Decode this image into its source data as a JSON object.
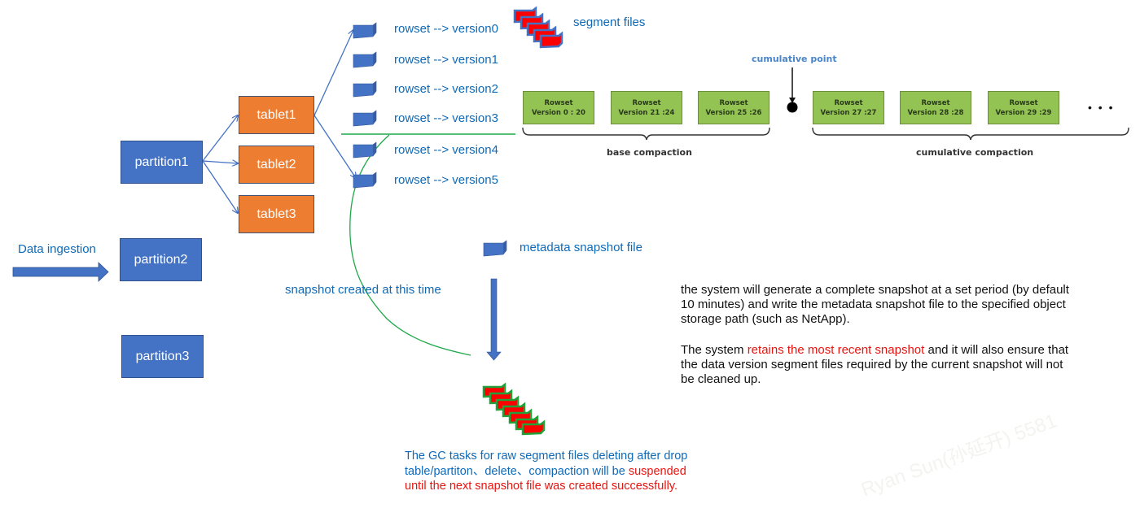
{
  "partitions": [
    {
      "label": "partition1"
    },
    {
      "label": "partition2"
    },
    {
      "label": "partition3"
    }
  ],
  "tablets": [
    {
      "label": "tablet1"
    },
    {
      "label": "tablet2"
    },
    {
      "label": "tablet3"
    }
  ],
  "ingestion": {
    "label": "Data ingestion"
  },
  "rowsets": [
    {
      "label": "rowset --> version0"
    },
    {
      "label": "rowset --> version1"
    },
    {
      "label": "rowset --> version2"
    },
    {
      "label": "rowset --> version3"
    },
    {
      "label": "rowset --> version4"
    },
    {
      "label": "rowset --> version5"
    }
  ],
  "segment_files": {
    "label": "segment files"
  },
  "compaction": {
    "cumulative_point_label": "cumulative point",
    "base_label": "base compaction",
    "cumulative_label": "cumulative compaction",
    "ellipsis": "• • •",
    "base_rowsets": [
      {
        "title": "Rowset",
        "version": "Version 0 : 20"
      },
      {
        "title": "Rowset",
        "version": "Version 21 :24"
      },
      {
        "title": "Rowset",
        "version": "Version 25 :26"
      }
    ],
    "cumulative_rowsets": [
      {
        "title": "Rowset",
        "version": "Version 27 :27"
      },
      {
        "title": "Rowset",
        "version": "Version 28 :28"
      },
      {
        "title": "Rowset",
        "version": "Version 29 :29"
      }
    ]
  },
  "metadata": {
    "label": "metadata snapshot file"
  },
  "snapshot_time": {
    "label": "snapshot created at this time"
  },
  "description": {
    "para1": "the system will generate a complete snapshot at a set period (by default 10 minutes) and write the metadata snapshot file to the specified object storage path (such as NetApp).",
    "para2_prefix": "The system ",
    "para2_highlight": "retains the most recent snapshot",
    "para2_suffix": " and it will also ensure that the data version segment files required by the current snapshot will not be cleaned up."
  },
  "gc_note": {
    "blue": "The GC tasks for raw segment files deleting after drop table/partiton、delete、compaction will be ",
    "red": "suspended until the next snapshot file was created successfully."
  },
  "watermark": "Ryan Sun(孙延开) 5581",
  "colors": {
    "partition": "#4472c4",
    "tablet": "#ed7d31",
    "text_blue": "#0e6ab8",
    "rowset_green": "#92c353",
    "highlight_red": "#e8140f",
    "timeline_green": "#1fa84a"
  }
}
